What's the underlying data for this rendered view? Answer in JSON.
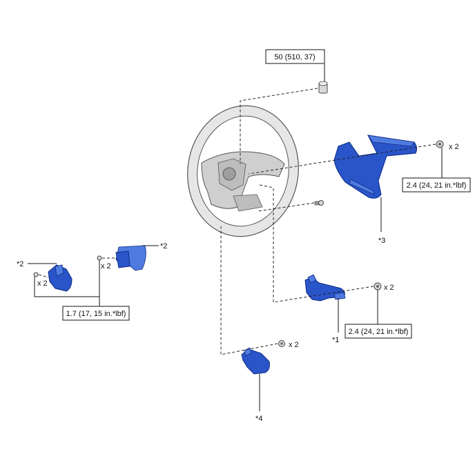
{
  "torque": {
    "nut": "50 (510, 37)",
    "cover_screw": "2.4 (24, 21 in.*lbf)",
    "switch1_screw": "2.4 (24, 21 in.*lbf)",
    "paddle": "1.7 (17, 15 in.*lbf)"
  },
  "qty": {
    "cover_screw": "x 2",
    "switch1_screw": "x 2",
    "switch4_screw": "x 2",
    "paddle_right": "x 2",
    "paddle_left": "x 2"
  },
  "callouts": {
    "c1": "*1",
    "c2_right": "*2",
    "c2_left": "*2",
    "c3": "*3",
    "c4": "*4"
  },
  "colors": {
    "part_blue": "#2a55c8",
    "wheel_grey": "#e6e6e6"
  }
}
